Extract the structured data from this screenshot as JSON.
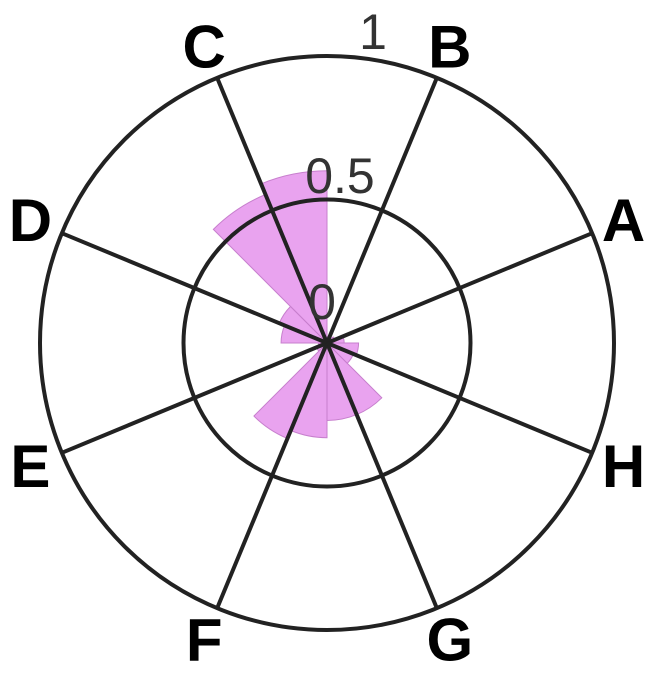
{
  "chart_data": {
    "type": "polar-bar",
    "categories": [
      "A",
      "B",
      "C",
      "D",
      "E",
      "F",
      "G",
      "H"
    ],
    "radial_ticks": [
      "0",
      "0.5",
      "1"
    ],
    "rmax": 1,
    "wedge_color": "#e9a3ef",
    "wedge_edge_color": "#c77fcd",
    "wedges": [
      {
        "start_deg": 0,
        "end_deg": 22.5,
        "r": 0.06
      },
      {
        "start_deg": 22.5,
        "end_deg": 45,
        "r": 0.03
      },
      {
        "start_deg": 45,
        "end_deg": 67.5,
        "r": 0.02
      },
      {
        "start_deg": 67.5,
        "end_deg": 90,
        "r": 0.01
      },
      {
        "start_deg": 90,
        "end_deg": 112.5,
        "r": 0.6
      },
      {
        "start_deg": 112.5,
        "end_deg": 135,
        "r": 0.56
      },
      {
        "start_deg": 135,
        "end_deg": 157.5,
        "r": 0.18
      },
      {
        "start_deg": 157.5,
        "end_deg": 180,
        "r": 0.16
      },
      {
        "start_deg": 180,
        "end_deg": 202.5,
        "r": 0.03
      },
      {
        "start_deg": 202.5,
        "end_deg": 225,
        "r": 0.04
      },
      {
        "start_deg": 225,
        "end_deg": 247.5,
        "r": 0.36
      },
      {
        "start_deg": 247.5,
        "end_deg": 270,
        "r": 0.33
      },
      {
        "start_deg": 270,
        "end_deg": 292.5,
        "r": 0.27
      },
      {
        "start_deg": 292.5,
        "end_deg": 315,
        "r": 0.27
      },
      {
        "start_deg": 315,
        "end_deg": 337.5,
        "r": 0.1
      },
      {
        "start_deg": 337.5,
        "end_deg": 360,
        "r": 0.11
      }
    ]
  }
}
